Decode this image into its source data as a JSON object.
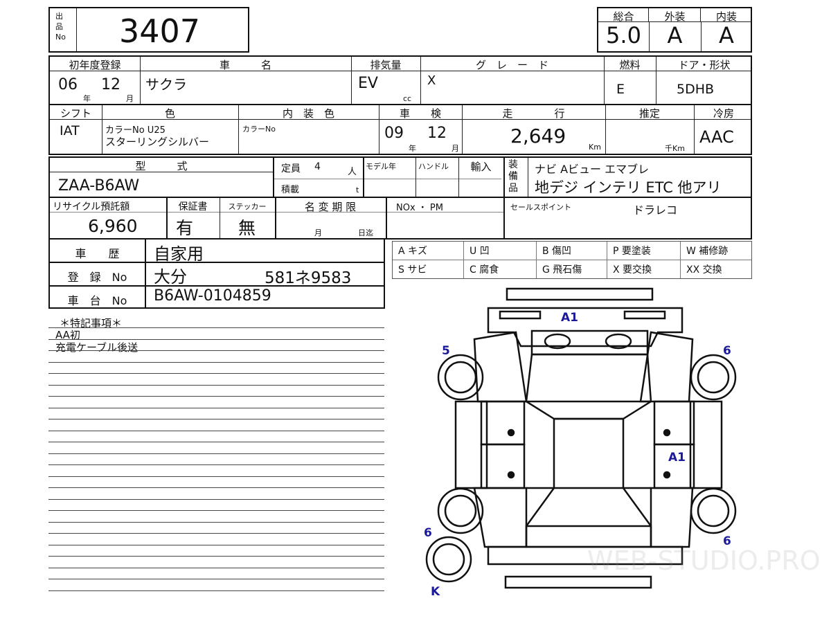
{
  "lot": {
    "label": "出品No",
    "number": "3407"
  },
  "scores": {
    "overall_label": "総合",
    "exterior_label": "外装",
    "interior_label": "内装",
    "overall": "5.0",
    "exterior": "A",
    "interior": "A"
  },
  "row1": {
    "reg_label": "初年度登録",
    "name_label": "車　　　名",
    "displacement_label": "排気量",
    "grade_label": "グ　レ　ー　ド",
    "fuel_label": "燃料",
    "door_label": "ドア・形状",
    "reg_year": "06",
    "year_unit": "年",
    "reg_month": "12",
    "month_unit": "月",
    "name": "サクラ",
    "displacement": "EV",
    "cc": "cc",
    "grade": "X",
    "fuel": "E",
    "door": "5DHB"
  },
  "row2": {
    "shift_label": "シフト",
    "color_label": "色",
    "interior_color_label": "内　装　色",
    "inspection_label": "車　　検",
    "mileage_label": "走　　　　行",
    "estimate_label": "推定",
    "ac_label": "冷房",
    "shift": "IAT",
    "color_no": "カラーNo U25",
    "color_name": "スターリングシルバー",
    "interior_color_no": "カラーNo",
    "insp_year": "09",
    "year_unit": "年",
    "insp_month": "12",
    "month_unit": "月",
    "mileage": "2,649",
    "km": "Km",
    "thousand_km": "千Km",
    "ac": "AAC"
  },
  "row3": {
    "model_label": "型　　　式",
    "model": "ZAA-B6AW",
    "capacity_label": "定員",
    "capacity": "4",
    "person_unit": "人",
    "load_label": "積載",
    "ton_unit": "t",
    "model_year_label": "モデル年",
    "handle_label": "ハンドル",
    "import_label": "輸入",
    "equipment_label": "装備品",
    "equipment_line1": "ナビ Aビュー エマブレ",
    "equipment_line2": "地デジ インテリ ETC 他アリ"
  },
  "row4": {
    "recycle_label": "リサイクル預託額",
    "recycle": "6,960",
    "warranty_label": "保証書",
    "warranty": "有",
    "sticker_label": "ステッカー",
    "sticker": "無",
    "name_change_label": "名 変 期 限",
    "month_unit": "月",
    "day_unit": "日迄",
    "nox_label": "NOx ・ PM",
    "sales_point_label": "セールスポイント",
    "sales_point": "ドラレコ"
  },
  "history": {
    "history_label": "車　　歴",
    "history": "自家用",
    "reg_no_label": "登　録　No",
    "reg_area": "大分",
    "reg_no": "581ネ9583",
    "chassis_label": "車　台　No",
    "chassis": "B6AW-0104859"
  },
  "legend": [
    [
      "A キズ",
      "U 凹",
      "B 傷凹",
      "P 要塗装",
      "W 補修跡"
    ],
    [
      "S サビ",
      "C 腐食",
      "G 飛石傷",
      "X 要交換",
      "XX 交換"
    ]
  ],
  "notes": {
    "title": "＊特記事項＊",
    "lines": [
      "AA初",
      "充電ケーブル後送"
    ]
  },
  "diagram_marks": [
    "A1",
    "5",
    "6",
    "A1",
    "6",
    "6",
    "K"
  ],
  "watermark": "WEB-STUDIO.PRO"
}
